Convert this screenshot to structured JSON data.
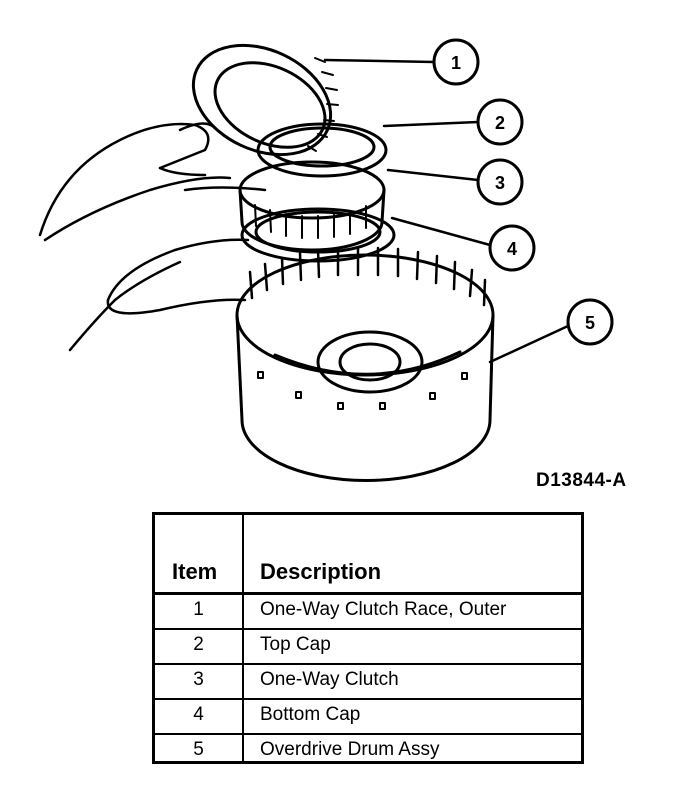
{
  "figure_id": "D13844-A",
  "callouts": [
    "1",
    "2",
    "3",
    "4",
    "5"
  ],
  "table": {
    "header_item": "Item",
    "header_description": "Description",
    "rows": [
      {
        "item": "1",
        "description": "One-Way Clutch Race, Outer"
      },
      {
        "item": "2",
        "description": "Top Cap"
      },
      {
        "item": "3",
        "description": "One-Way Clutch"
      },
      {
        "item": "4",
        "description": "Bottom Cap"
      },
      {
        "item": "5",
        "description": "Overdrive Drum Assy"
      }
    ]
  }
}
